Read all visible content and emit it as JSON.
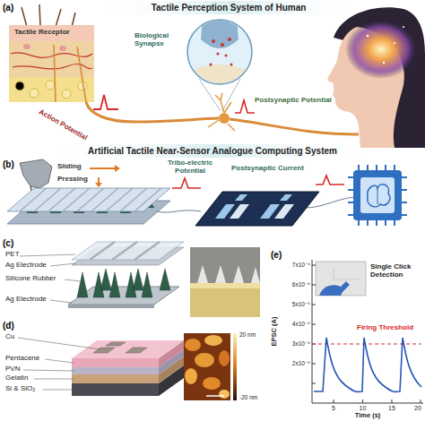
{
  "diagram": {
    "labels": [
      "(a)",
      "Tactile Perception System of Human",
      "Biological Synapse",
      "Tactile Receptor",
      "Action Potential",
      "Postsynaptic Potential",
      "Artificial Tactile Near-Sensor Analogue Computing System",
      "(b)",
      "Sliding",
      "Pressing",
      "Tribo-electric Potential",
      "Postsynaptic Current",
      "(c)",
      "PET",
      "Ag Electrode",
      "Silicone Rubber",
      "Ag Electrode",
      "(d)",
      "Cu",
      "Pentacene",
      "PVN",
      "Gelatin",
      "Si & SiO₂",
      "20 nm",
      "-20 nm",
      "(e)",
      "Single Click Detection",
      "Firing Threshold",
      "7x10⁻⁶",
      "6x10⁻⁶",
      "5x10⁻⁶",
      "4x10⁻⁶",
      "3x10⁻⁶",
      "2x10⁻⁶",
      "EPSC (A)",
      "5",
      "10",
      "15",
      "20",
      "Time (s)"
    ]
  }
}
